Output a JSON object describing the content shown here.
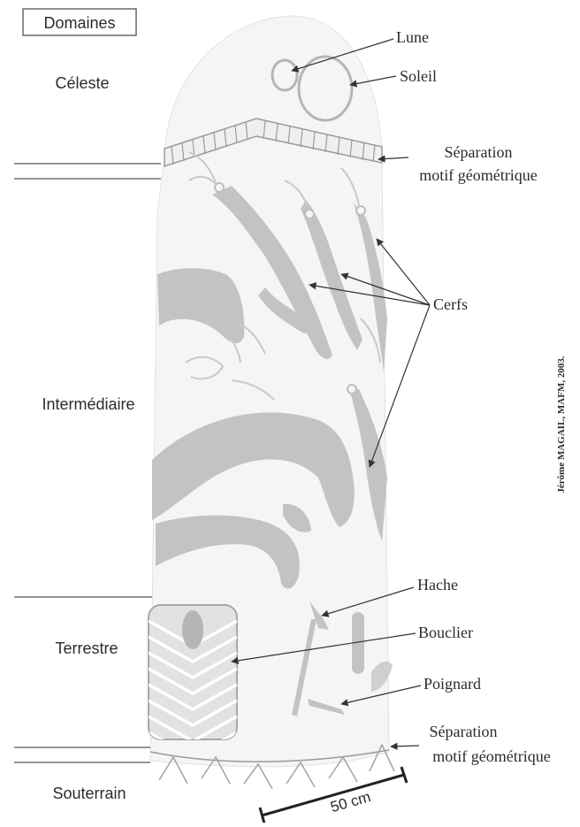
{
  "legend_title": "Domaines",
  "domains": {
    "celeste": "Céleste",
    "intermediaire": "Intermédiaire",
    "terrestre": "Terrestre",
    "souterrain": "Souterrain"
  },
  "labels": {
    "lune": "Lune",
    "soleil": "Soleil",
    "separation_top_1": "Séparation",
    "separation_top_2": "motif géométrique",
    "cerfs": "Cerfs",
    "hache": "Hache",
    "bouclier": "Bouclier",
    "poignard": "Poignard",
    "separation_bottom_1": "Séparation",
    "separation_bottom_2": "motif géométrique"
  },
  "scale_label": "50 cm",
  "credit": "Jérôme MAGAIL, MAFM, 2003."
}
